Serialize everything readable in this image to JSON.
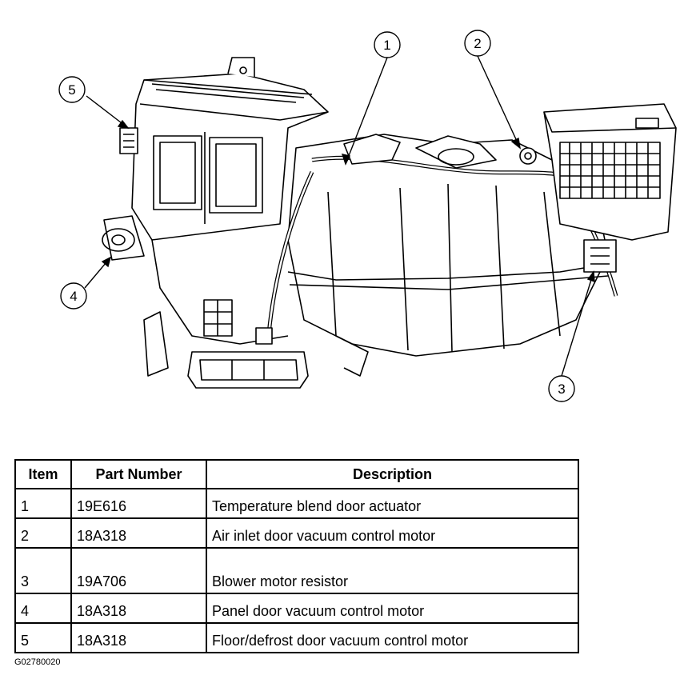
{
  "callouts": [
    "1",
    "2",
    "3",
    "4",
    "5"
  ],
  "table": {
    "headers": [
      "Item",
      "Part Number",
      "Description"
    ],
    "rows": [
      {
        "item": "1",
        "part": "19E616",
        "desc": "Temperature blend door actuator"
      },
      {
        "item": "2",
        "part": "18A318",
        "desc": "Air inlet door vacuum control motor"
      },
      {
        "item": "3",
        "part": "19A706",
        "desc": "Blower motor resistor"
      },
      {
        "item": "4",
        "part": "18A318",
        "desc": "Panel door vacuum control motor"
      },
      {
        "item": "5",
        "part": "18A318",
        "desc": "Floor/defrost door vacuum control motor"
      }
    ]
  },
  "figure_id": "G02780020"
}
